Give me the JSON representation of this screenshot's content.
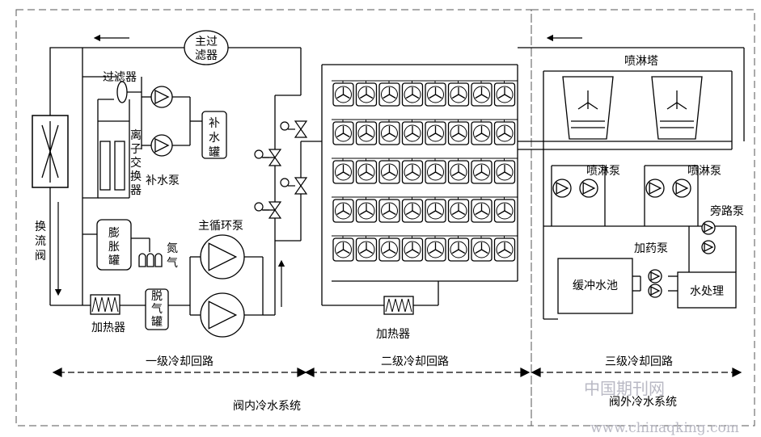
{
  "labels": {
    "main_filter": [
      "主过",
      "滤器"
    ],
    "filter": "过滤器",
    "ion_exchanger": [
      "离",
      "子",
      "交",
      "换",
      "器"
    ],
    "makeup_pump": "补水泵",
    "makeup_tank": [
      "补",
      "水",
      "罐"
    ],
    "heat_exchanger": [
      "换",
      "流",
      "阀"
    ],
    "expansion_tank": [
      "膨",
      "胀",
      "罐"
    ],
    "nitrogen": [
      "氮",
      "气"
    ],
    "main_pump": "主循环泵",
    "heater_left": "加热器",
    "deaerator": [
      "脱",
      "气",
      "罐"
    ],
    "heater_mid": "加热器",
    "spray_tower": "喷淋塔",
    "spray_pump_1": "喷淋泵",
    "spray_pump_2": "喷淋泵",
    "bypass_pump": "旁路泵",
    "dosing_pump": "加药泵",
    "buffer_pool": "缓冲水池",
    "water_treatment": "水处理"
  },
  "loops": {
    "primary": "一级冷却回路",
    "secondary": "二级冷却回路",
    "tertiary": "三级冷却回路"
  },
  "systems": {
    "inner": "阀内冷水系统",
    "outer": "阀外冷水系统"
  },
  "watermark": {
    "cn": "中国期刊网",
    "url": "www.chinaqking.com"
  },
  "thyristor_grid": {
    "rows": 5,
    "cols": 8
  }
}
